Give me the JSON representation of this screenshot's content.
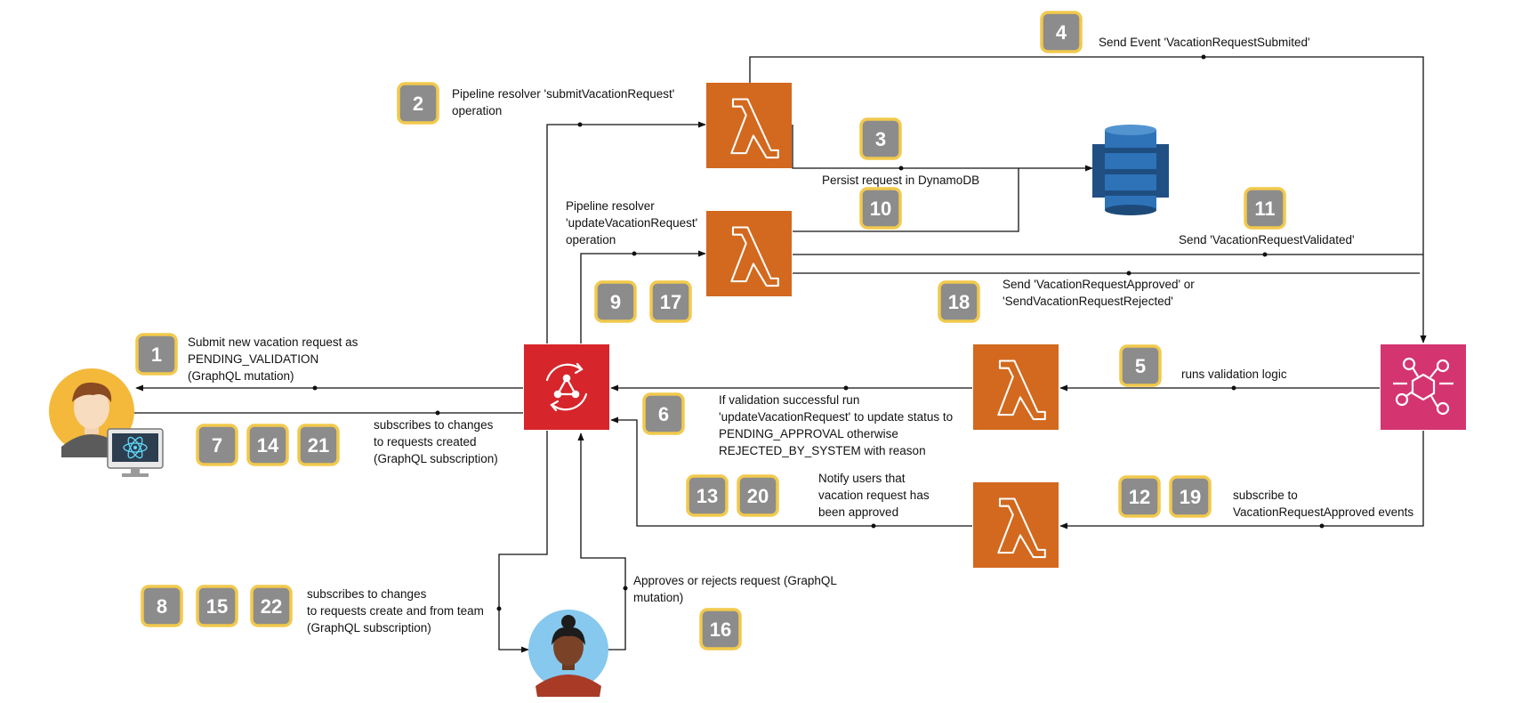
{
  "labels": {
    "l1": [
      "Submit new vacation request as",
      "PENDING_VALIDATION",
      "(GraphQL mutation)"
    ],
    "l2": [
      "Pipeline resolver 'submitVacationRequest'",
      "operation"
    ],
    "l3": [
      "Persist request in DynamoDB"
    ],
    "l4": [
      "Send Event 'VacationRequestSubmited'"
    ],
    "l5": [
      "runs validation logic"
    ],
    "l6": [
      "If validation successful run",
      "'updateVacationRequest' to update status to",
      "PENDING_APPROVAL otherwise",
      "REJECTED_BY_SYSTEM with reason"
    ],
    "l7": [
      "subscribes to changes",
      "to requests created",
      "(GraphQL subscription)"
    ],
    "l8": [
      "subscribes to changes",
      "to requests create and from team",
      "(GraphQL subscription)"
    ],
    "l9": [
      "Pipeline resolver",
      "'updateVacationRequest'",
      "operation"
    ],
    "l11": [
      "Send 'VacationRequestValidated'"
    ],
    "l12": [
      "subscribe to",
      "VacationRequestApproved events"
    ],
    "l13": [
      "Notify users that",
      "vacation request has",
      "been approved"
    ],
    "l16": [
      "Approves or rejects request (GraphQL",
      "mutation)"
    ],
    "l18": [
      "Send 'VacationRequestApproved' or",
      "'SendVacationRequestRejected'"
    ]
  },
  "badges": {
    "b1": "1",
    "b2": "2",
    "b3": "3",
    "b4": "4",
    "b5": "5",
    "b6": "6",
    "b7": "7",
    "b8": "8",
    "b9": "9",
    "b10": "10",
    "b11": "11",
    "b12": "12",
    "b13": "13",
    "b14": "14",
    "b15": "15",
    "b16": "16",
    "b17": "17",
    "b18": "18",
    "b19": "19",
    "b20": "20",
    "b21": "21",
    "b22": "22"
  },
  "colors": {
    "lambda": "#d2691e",
    "appsync": "#d6262b",
    "eventbridge": "#d43570",
    "dynamodb": "#2e73b8",
    "badge_fill": "#8c8c8c",
    "badge_border": "#f2c94c"
  },
  "icons": {
    "lambda": "lambda-icon",
    "appsync": "appsync-icon",
    "eventbridge": "eventbridge-icon",
    "dynamodb": "dynamodb-icon",
    "user": "user-avatar-icon",
    "manager": "manager-avatar-icon"
  }
}
